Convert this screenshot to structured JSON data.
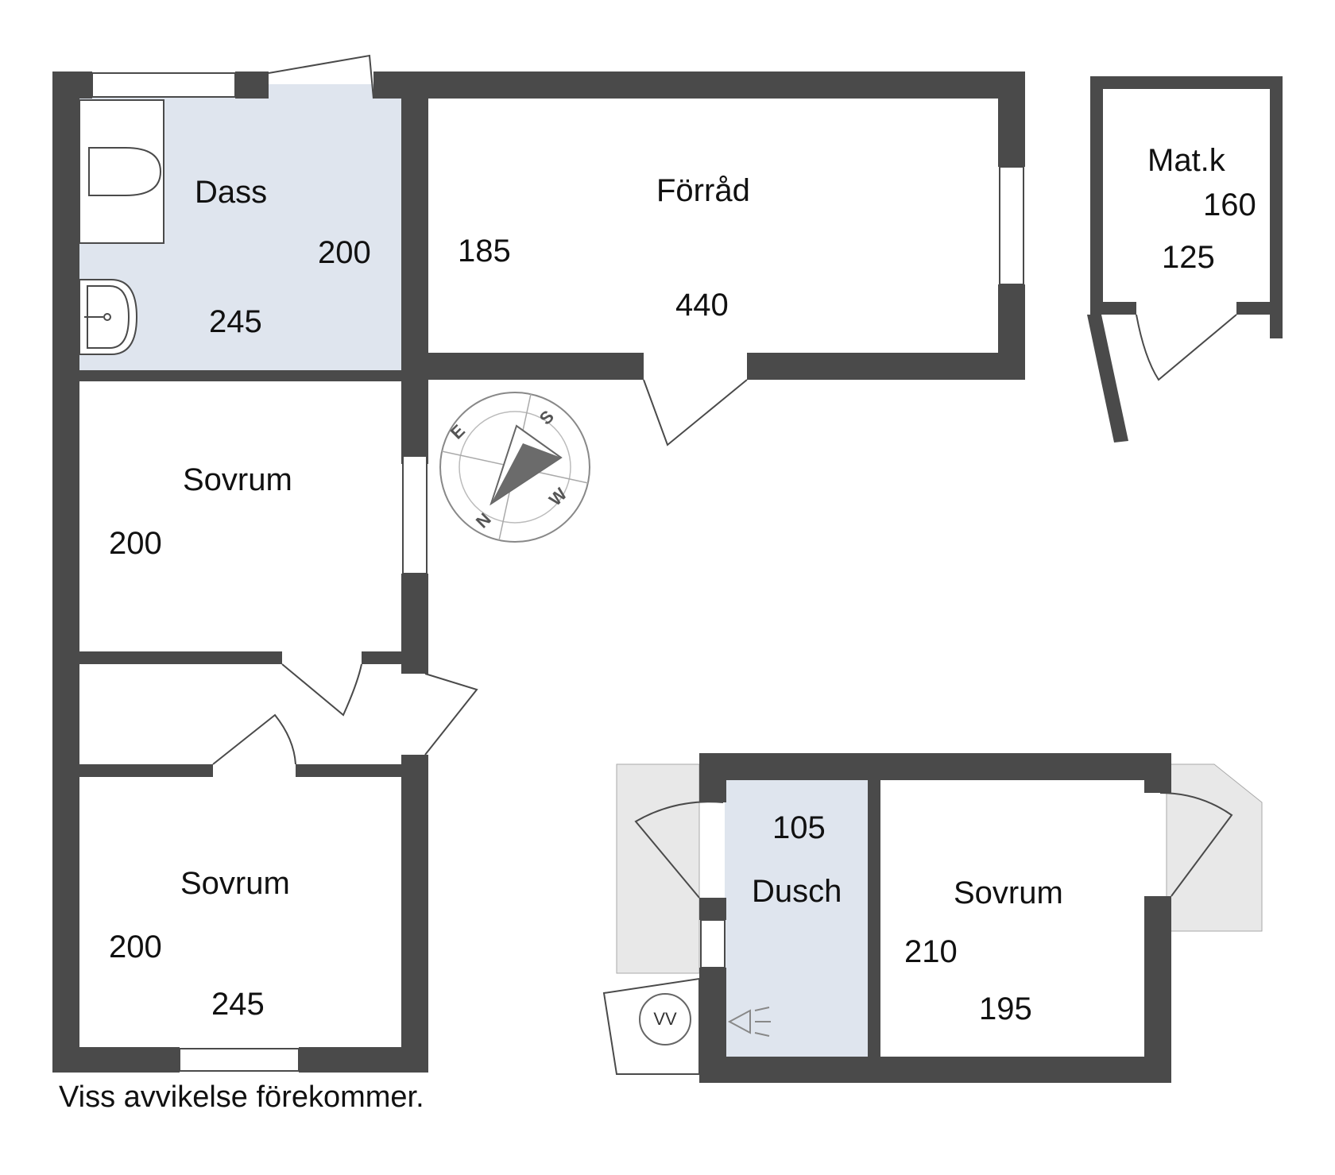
{
  "rooms": {
    "dass": {
      "name": "Dass",
      "dims": [
        "200",
        "245"
      ]
    },
    "forrad": {
      "name": "Förråd",
      "dims": [
        "185",
        "440"
      ]
    },
    "matk": {
      "name": "Mat.k",
      "dims": [
        "160",
        "125"
      ]
    },
    "sovrum1": {
      "name": "Sovrum",
      "dims": [
        "200"
      ]
    },
    "sovrum2": {
      "name": "Sovrum",
      "dims": [
        "200",
        "245"
      ]
    },
    "dusch": {
      "name": "Dusch",
      "dims": [
        "105"
      ]
    },
    "sovrum3": {
      "name": "Sovrum",
      "dims": [
        "210",
        "195"
      ]
    }
  },
  "fixtures": {
    "water_heater": "VV"
  },
  "compass": {
    "n": "N",
    "s": "S",
    "e": "E",
    "w": "W"
  },
  "disclaimer": "Viss avvikelse förekommer.",
  "colors": {
    "wall": "#4a4a4a",
    "wet_room": "#dfe5ee",
    "terrace": "#e8e8e8",
    "window": "#ffffff"
  }
}
